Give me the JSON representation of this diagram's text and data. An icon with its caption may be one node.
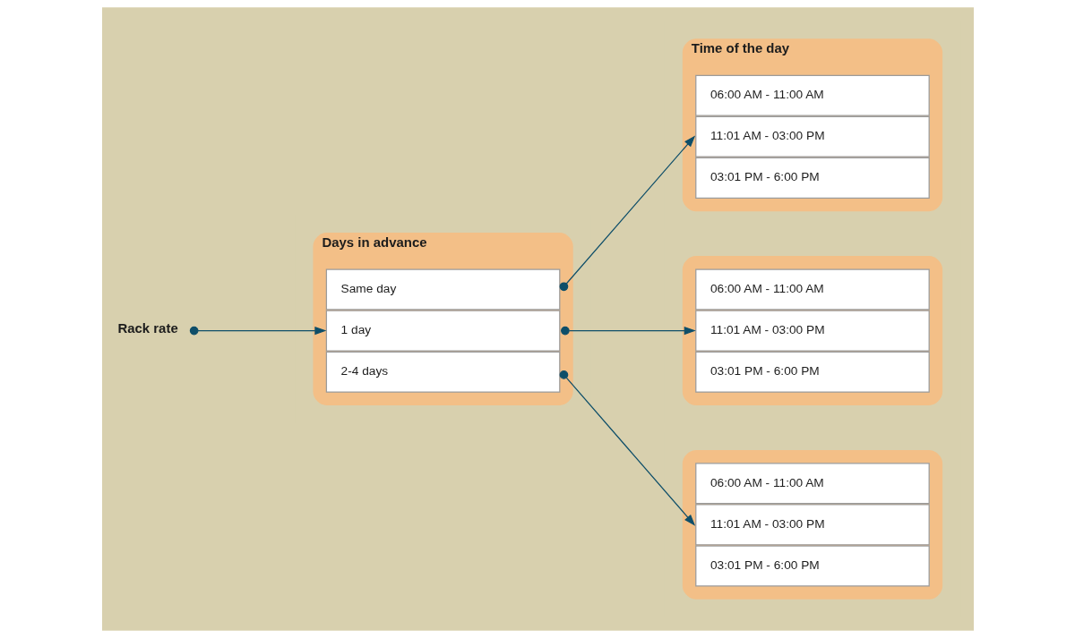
{
  "diagram": {
    "nodes": [
      {
        "text": [
          "Rack rate"
        ]
      },
      {
        "text": [
          "Days in advance"
        ]
      },
      {
        "text": [
          "Same day"
        ],
        "in": 1
      },
      {
        "text": [
          "1 day"
        ],
        "in": 1
      },
      {
        "text": [
          "2-4 days"
        ],
        "in": 1
      },
      {
        "text": [
          "Time of the day"
        ]
      },
      {
        "text": [
          "06:00 AM - 11:00 AM"
        ],
        "in": 5
      },
      {
        "text": [
          "11:01 AM - 03:00 PM"
        ],
        "in": 5
      },
      {
        "text": [
          "03:01 PM - 6:00 PM"
        ],
        "in": 5
      },
      {
        "text": [],
        "shape": "box"
      },
      {
        "text": [
          "06:00 AM - 11:00 AM"
        ],
        "in": 9
      },
      {
        "text": [
          "11:01 AM - 03:00 PM"
        ],
        "in": 9
      },
      {
        "text": [
          "03:01 PM - 6:00 PM"
        ],
        "in": 9
      },
      {
        "text": [],
        "shape": "box"
      },
      {
        "text": [
          "06:00 AM - 11:00 AM"
        ],
        "in": 13
      },
      {
        "text": [
          "11:01 AM - 03:00 PM"
        ],
        "in": 13
      },
      {
        "text": [
          "03:01 PM - 6:00 PM"
        ],
        "in": 13
      }
    ],
    "edges": [
      {
        "from": 0,
        "to": 3,
        "arrow": "to"
      },
      {
        "from": 2,
        "to": 7,
        "arrow": "to"
      },
      {
        "from": 3,
        "to": 11,
        "arrow": "to"
      },
      {
        "from": 4,
        "to": 15,
        "arrow": "to"
      }
    ]
  }
}
